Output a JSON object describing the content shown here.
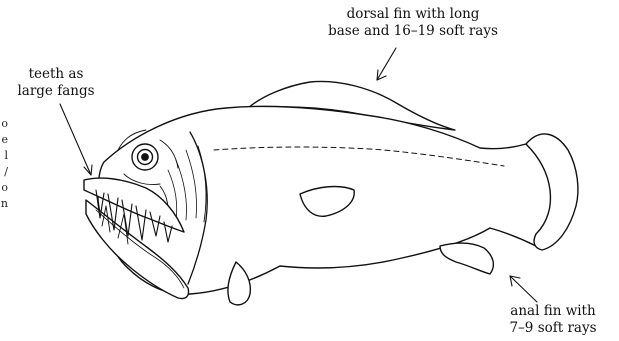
{
  "labels": {
    "teeth": {
      "line1": "teeth as",
      "line2": "large fangs"
    },
    "dorsal_fin": {
      "line1": "dorsal fin with long",
      "line2": "base and 16–19 soft rays"
    },
    "anal_fin": {
      "line1": "anal fin with",
      "line2": "7–9 soft rays"
    }
  },
  "cut_off_text": [
    "o",
    "e",
    "l",
    "/",
    "o",
    "n"
  ],
  "colors": {
    "ink": "#111111",
    "background": "#ffffff"
  }
}
